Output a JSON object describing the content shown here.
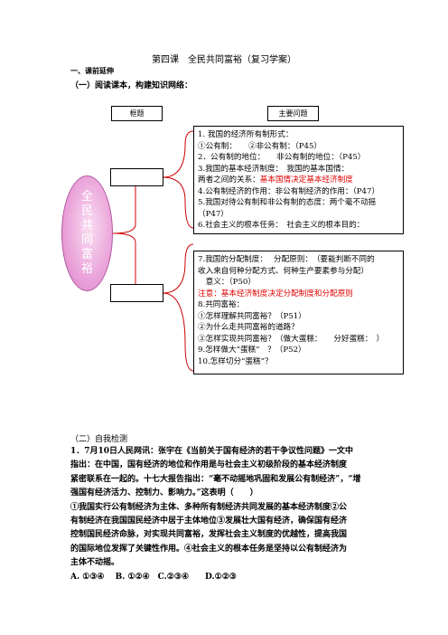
{
  "title": "第四课　全民共同富裕（复习学案）",
  "section1": "一、课前延伸",
  "section1_sub": "（一）阅读课本，构建知识网络：",
  "col_frame": "框题",
  "col_main": "主要问题",
  "oval_chars": [
    "全",
    "民",
    "共",
    "同",
    "富",
    "裕"
  ],
  "box1": [
    {
      "text": "1. 我国的经济所有制形式：",
      "red": false
    },
    {
      "text": "①公有制：　　②非公有制：（P45）",
      "red": false
    },
    {
      "text": "2．公有制的地位：　　非公有制的地位：（P45）",
      "red": false
    },
    {
      "text": "3.我国的基本经济制度：　我国的基本国情：",
      "red": false
    },
    {
      "text": "两者之间的关系：基本国情决定基本经济制度",
      "red": "partial",
      "prefix": "两者之间的关系：",
      "suffix": "基本国情决定基本经济制度"
    },
    {
      "text": "4.公有制经济的作用：非公有制经济的作用：（P47）",
      "red": false
    },
    {
      "text": "5.我国对待公有制和非公有制的态度：两个毫不动摇",
      "red": false
    },
    {
      "text": "（P47）",
      "red": false
    },
    {
      "text": "6.社会主义的根本任务：　社会主义的根本目的：",
      "red": false
    }
  ],
  "box2": [
    {
      "text": "7.我国的分配制度：　 分配原则：　（要能判断不同的",
      "red": false
    },
    {
      "text": "收入来自何种分配方式、何种生产要素参与分配）",
      "red": false
    },
    {
      "text": "　意义：（P50）",
      "red": false
    },
    {
      "text": "注意：基本经济制度决定分配制度和分配原则",
      "red": true
    },
    {
      "text": "8.共同富裕：",
      "red": false
    },
    {
      "text": "①怎样理解共同富裕？（P51）",
      "red": false
    },
    {
      "text": "②为什么走共同富裕的道路？",
      "red": false
    },
    {
      "text": "③怎样实现共同富裕？（做大蛋糕：　　分好蛋糕：　）",
      "red": false
    },
    {
      "text": "9.怎样做大“蛋糕”　？（P52）",
      "red": false
    },
    {
      "text": "10.怎样切分“蛋糕”？",
      "red": false
    }
  ],
  "section2": "（二）自我检测",
  "question_lines": [
    "1．7月10日人民网讯：张宇在《当前关于国有经济的若干争议性问题》一文中",
    "指出：在中国，国有经济的地位和作用是与社会主义初级阶段的基本经济制度",
    "紧密联系在一起的。十七大报告指出：“毫不动摇地巩固和发展公有制经济”，“增",
    "强国有经济活力、控制力、影响力。”这表明（　　）",
    "①我国实行公有制经济为主体、多种所有制经济共同发展的基本经济制度②公",
    "有制经济在我国国民经济中居于主体地位③发展壮大国有经济，确保国有经济",
    "控制国民经济命脉，对实现共同富裕，发挥社会主义制度的优越性，提高我国",
    "的国际地位发挥了关键性作用。④社会主义的根本任务是坚持以公有制经济为",
    "主体不动摇。",
    "A. ①③④　 B. ①②④　C.②③④　　D.①②③"
  ]
}
